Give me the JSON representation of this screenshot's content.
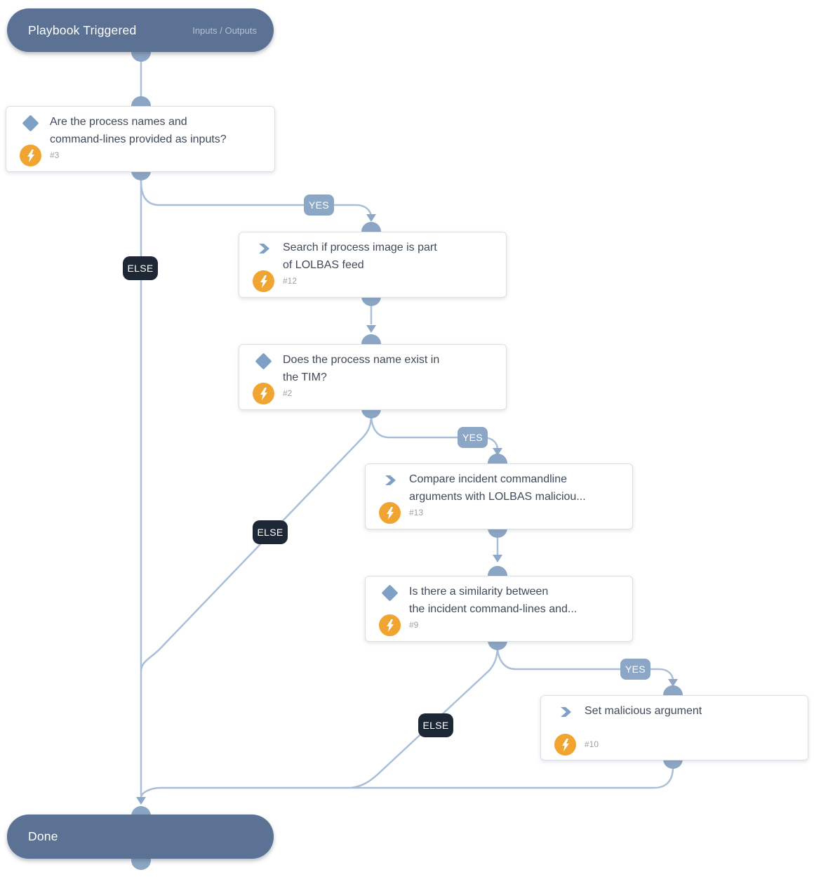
{
  "flow": {
    "start": {
      "title": "Playbook Triggered",
      "io_link": "Inputs / Outputs"
    },
    "end": {
      "title": "Done"
    },
    "labels": {
      "yes": "YES",
      "else": "ELSE"
    },
    "nodes": [
      {
        "num": "#3",
        "type": "condition",
        "title": "Are the process names and\ncommand-lines provided as inputs?"
      },
      {
        "num": "#12",
        "type": "task",
        "title": "Search if process image is part\nof LOLBAS feed"
      },
      {
        "num": "#2",
        "type": "condition",
        "title": "Does the process name exist in\nthe TIM?"
      },
      {
        "num": "#13",
        "type": "task",
        "title": "Compare incident commandline\narguments with LOLBAS maliciou..."
      },
      {
        "num": "#9",
        "type": "condition",
        "title": "Is there a similarity between\nthe incident command-lines and..."
      },
      {
        "num": "#10",
        "type": "task",
        "title": "Set malicious argument"
      }
    ],
    "icons": {
      "condition": "diamond-icon",
      "task": "chevron-icon",
      "automation": "lightning-bolt-icon"
    },
    "colors": {
      "terminal_fill": "#5b7294",
      "terminal_link_text": "#b6c1d3",
      "connector_line": "#a9bfd8",
      "port_fill": "#8ba6c4",
      "arrowhead_fill": "#8ea9c7",
      "yes_badge": "#8ca7c6",
      "else_badge": "#1d2736",
      "node_icon": "#7f9fc4",
      "bolt_circle": "#f0a532",
      "card_title_text": "#3f4a5a",
      "card_num_text": "#98a1ac"
    }
  }
}
